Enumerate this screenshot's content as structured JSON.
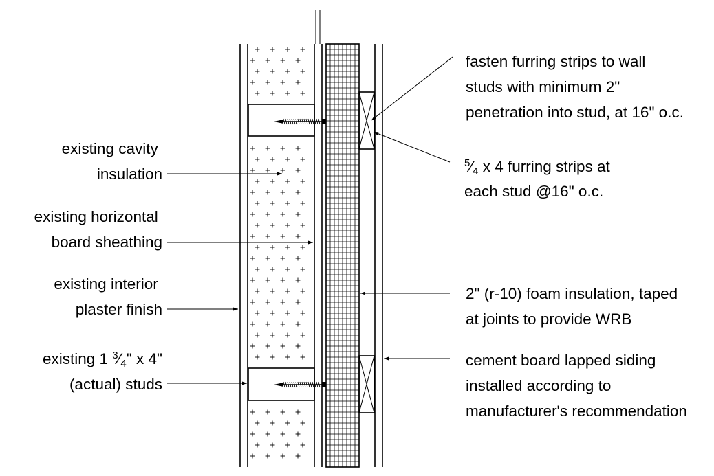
{
  "labels_left": {
    "cavity": [
      "existing cavity",
      "insulation"
    ],
    "sheathing": [
      "existing horizontal",
      "board sheathing"
    ],
    "plaster": [
      "existing interior",
      "plaster finish"
    ],
    "studs": {
      "line1_prefix": "existing 1 ",
      "frac_num": "3",
      "frac_slash": "⁄",
      "frac_den": "4",
      "line1_suffix": "\" x 4\"",
      "line2": "(actual) studs"
    }
  },
  "labels_right": {
    "fasten": [
      "fasten furring strips to wall",
      "studs with minimum 2\"",
      "penetration into stud, at 16\" o.c."
    ],
    "furring": {
      "frac_num": "5",
      "frac_slash": "⁄",
      "frac_den": "4",
      "line1_suffix": " x 4 furring strips at",
      "line2": "each stud @16\" o.c."
    },
    "foam": [
      "2\" (r-10) foam insulation, taped",
      "at joints to provide WRB"
    ],
    "siding": [
      "cement board lapped siding",
      "installed according to",
      "manufacturer's recommendation"
    ]
  }
}
